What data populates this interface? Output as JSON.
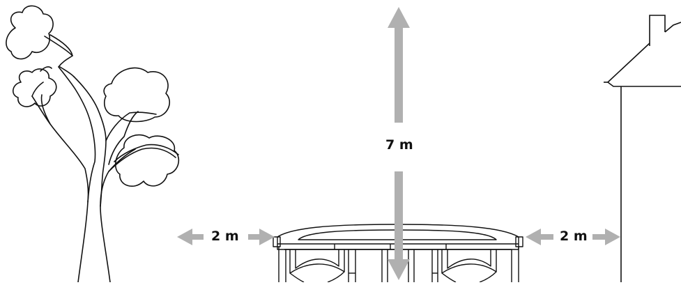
{
  "labels": {
    "height_clearance": "7 m",
    "left_clearance": "2 m",
    "right_clearance": "2 m"
  },
  "colors": {
    "arrow": "#b0b0b0",
    "line": "#111111",
    "background": "#ffffff"
  },
  "icons": [
    "tree-icon",
    "house-icon",
    "trampoline-icon",
    "arrow-up-icon",
    "arrow-down-icon",
    "arrow-left-icon",
    "arrow-right-icon"
  ]
}
